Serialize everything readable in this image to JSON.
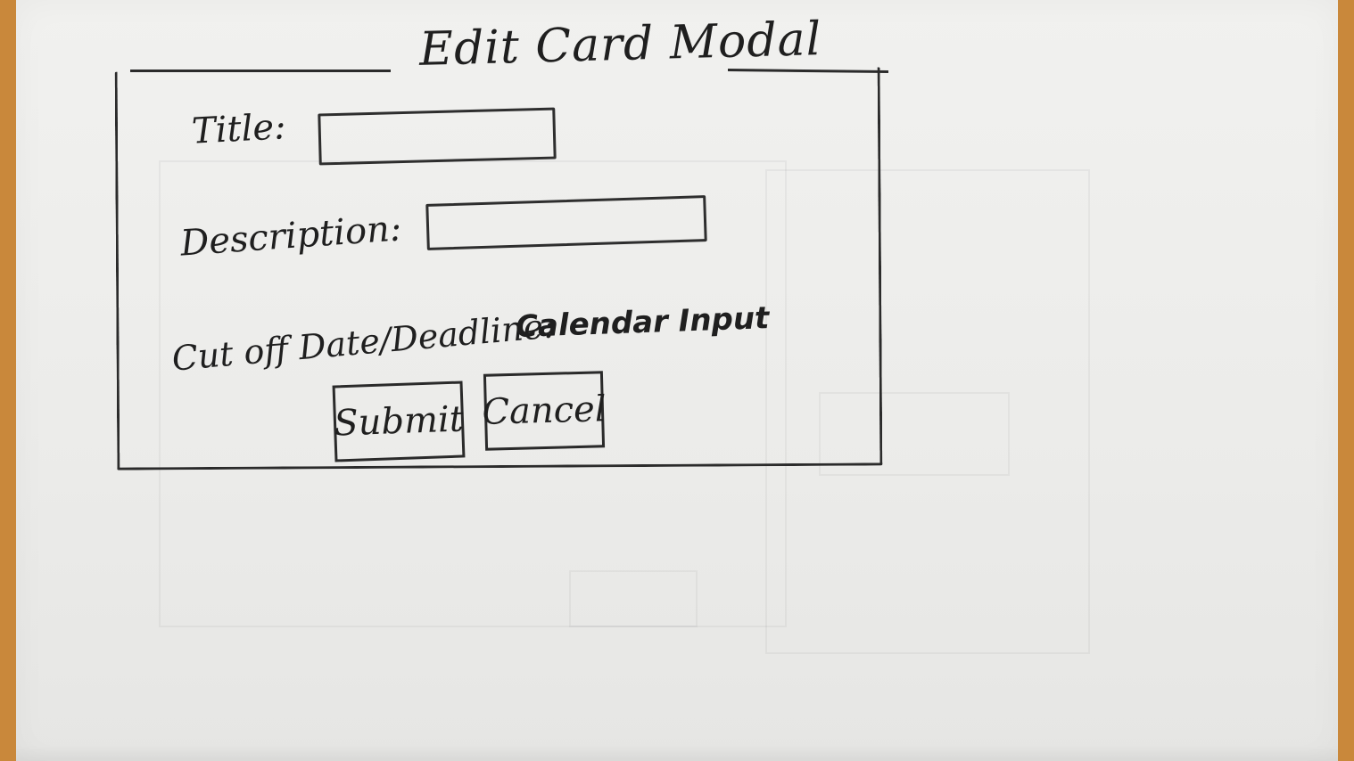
{
  "modal": {
    "title": "Edit Card Modal"
  },
  "form": {
    "title_label": "Title:",
    "title_value": "",
    "description_label": "Description:",
    "description_value": "",
    "cutoff_label": "Cut off Date/Deadline:",
    "cutoff_input_text": "Calendar Input"
  },
  "buttons": {
    "submit_label": "Submit",
    "cancel_label": "Cancel"
  },
  "colors": {
    "paper": "#ececea",
    "ink": "#1f1f1f",
    "table": "#c9883b"
  }
}
